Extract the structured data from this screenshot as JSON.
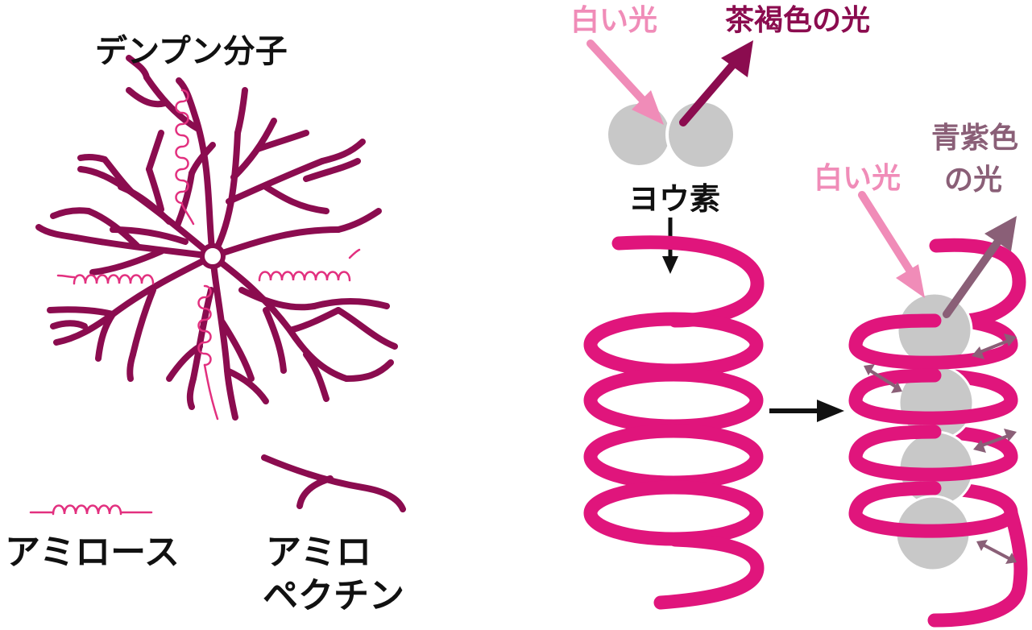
{
  "starch": {
    "title": "デンプン分子",
    "amylose_label": "アミロース",
    "amylopectin_label_line1": "アミロ",
    "amylopectin_label_line2": "ペクチン"
  },
  "iodine": {
    "white_light_top": "白い光",
    "brown_light": "茶褐色の光",
    "iodine_label": "ヨウ素",
    "white_light_right": "白い光",
    "blue_violet_line1": "青紫色",
    "blue_violet_line2": "の光"
  },
  "colors": {
    "amylopectin": "#8b0c4f",
    "amylose": "#e2307f",
    "helix": "#e0157c",
    "white_light": "#f08cb8",
    "brown_light": "#8b0c4f",
    "blue_violet_light": "#8a5f77",
    "iodine_atom": "#c8c8c8",
    "black": "#111111"
  }
}
